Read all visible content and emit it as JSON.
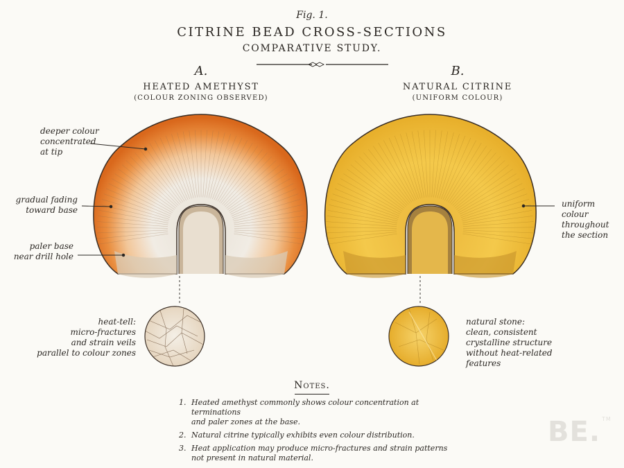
{
  "header": {
    "fig": "Fig. 1.",
    "title": "CITRINE BEAD CROSS-SECTIONS",
    "subtitle": "COMPARATIVE STUDY."
  },
  "section_a": {
    "letter": "A.",
    "name": "HEATED AMETHYST",
    "note": "(COLOUR ZONING OBSERVED)",
    "annotations": {
      "tip": [
        "deeper colour",
        "concentrated",
        "at tip"
      ],
      "fading": [
        "gradual fading",
        "toward base"
      ],
      "base": [
        "paler base",
        "near drill hole"
      ],
      "detail": [
        "heat-tell:",
        "micro-fractures",
        "and strain veils",
        "parallel to colour zones"
      ]
    }
  },
  "section_b": {
    "letter": "B.",
    "name": "NATURAL CITRINE",
    "note": "(UNIFORM COLOUR)",
    "annotations": {
      "uniform": [
        "uniform colour",
        "throughout",
        "the section"
      ],
      "detail": [
        "natural stone:",
        "clean, consistent",
        "crystalline structure",
        "without heat-related",
        "features"
      ]
    }
  },
  "notes": {
    "heading": "Notes.",
    "items": [
      {
        "num": "1.",
        "text": [
          "Heated amethyst commonly shows colour concentration at terminations",
          "and paler zones at the base."
        ]
      },
      {
        "num": "2.",
        "text": [
          "Natural citrine typically exhibits even colour distribution."
        ]
      },
      {
        "num": "3.",
        "text": [
          "Heat application may produce micro-fractures and strain patterns",
          "not present in natural material."
        ]
      }
    ]
  },
  "logo": {
    "text": "BE.",
    "mark": "TM"
  },
  "colors": {
    "ink": "#2a2622",
    "heated_tip": "#e0762a",
    "heated_base": "#ece6dc",
    "natural": "#f1c23e",
    "paper": "#fbfaf6"
  }
}
